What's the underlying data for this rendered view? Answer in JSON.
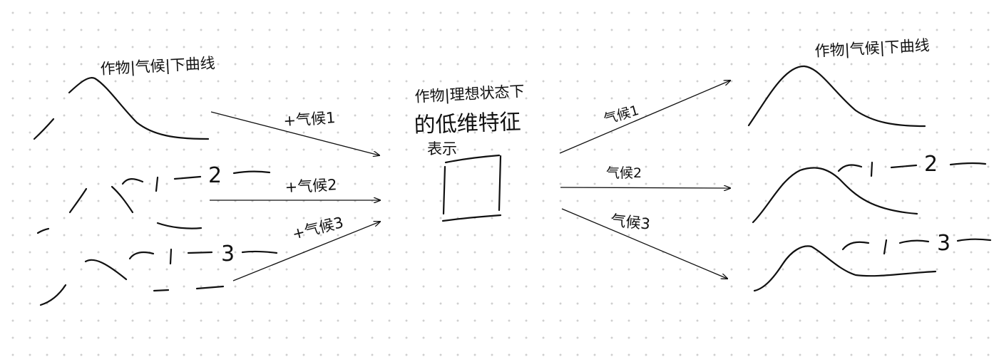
{
  "left": {
    "caption": "作物|气候|下曲线",
    "ticks_row2": [
      "1",
      "2"
    ],
    "ticks_row3": [
      "1",
      "3"
    ]
  },
  "arrows_in": [
    "+气候1",
    "+气候2",
    "+气候3"
  ],
  "center": {
    "title_line1": "作物|理想状态下",
    "title_line2": "的低维特征",
    "title_line3": "表示"
  },
  "arrows_out": [
    "气候1",
    "气候2",
    "气候3"
  ],
  "right": {
    "caption": "作物|气候|下曲线",
    "ticks_row2": [
      "1",
      "2"
    ],
    "ticks_row3": [
      "1",
      "3"
    ]
  }
}
